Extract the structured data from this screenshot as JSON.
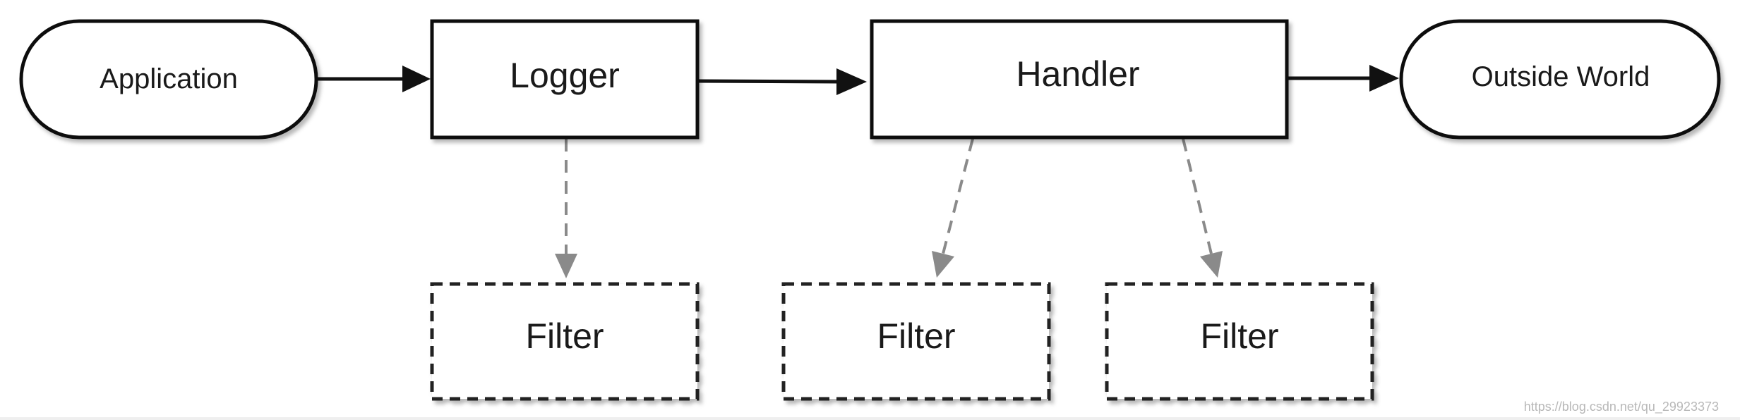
{
  "diagram": {
    "nodes": {
      "application": "Application",
      "logger": "Logger",
      "handler": "Handler",
      "outside_world": "Outside World",
      "logger_filter": "Filter",
      "handler_filter_1": "Filter",
      "handler_filter_2": "Filter"
    }
  },
  "watermark": "https://blog.csdn.net/qu_29923373",
  "colors": {
    "stroke": "#111111",
    "dashed_arrow": "#8a8a8a",
    "node_fill": "#ffffff",
    "text": "#1a1a1a"
  }
}
